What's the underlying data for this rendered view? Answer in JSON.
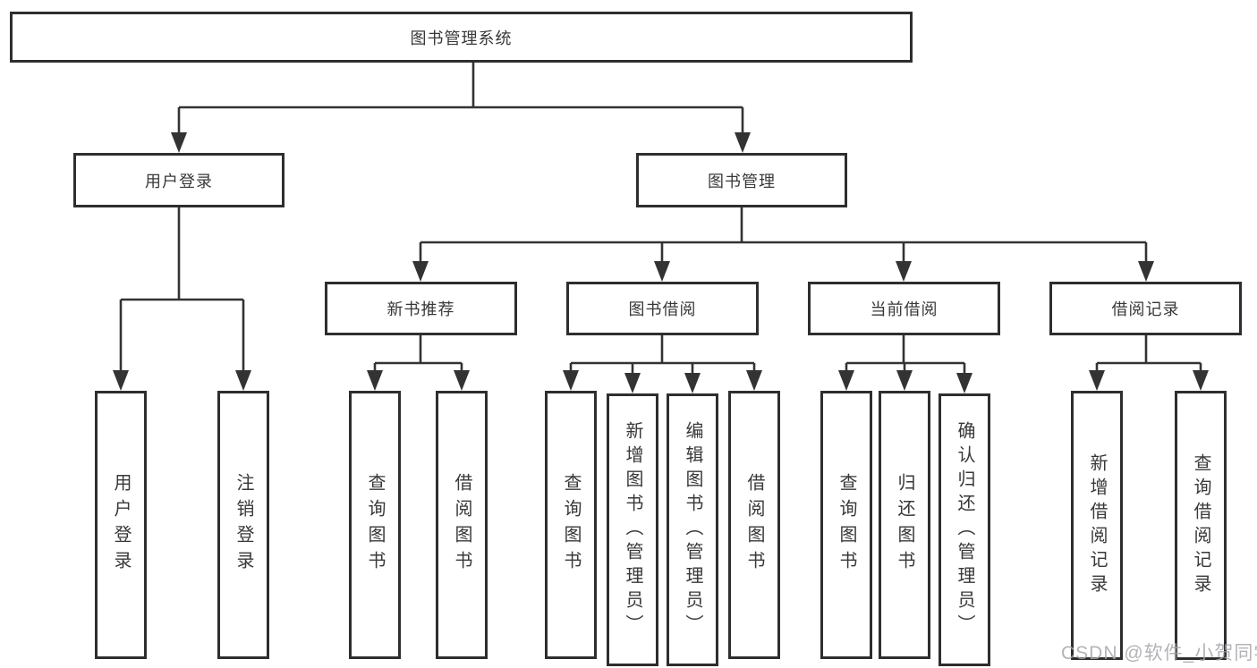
{
  "tree": {
    "label": "图书管理系统",
    "children": [
      {
        "label": "用户登录",
        "children": [
          {
            "label": "用户登录"
          },
          {
            "label": "注销登录"
          }
        ]
      },
      {
        "label": "图书管理",
        "children": [
          {
            "label": "新书推荐",
            "children": [
              {
                "label": "查询图书"
              },
              {
                "label": "借阅图书"
              }
            ]
          },
          {
            "label": "图书借阅",
            "children": [
              {
                "label": "查询图书"
              },
              {
                "label": "新增图书（管理员）"
              },
              {
                "label": "编辑图书（管理员）"
              },
              {
                "label": "借阅图书"
              }
            ]
          },
          {
            "label": "当前借阅",
            "children": [
              {
                "label": "查询图书"
              },
              {
                "label": "归还图书"
              },
              {
                "label": "确认归还（管理员）"
              }
            ]
          },
          {
            "label": "借阅记录",
            "children": [
              {
                "label": "新增借阅记录"
              },
              {
                "label": "查询借阅记录"
              }
            ]
          }
        ]
      }
    ]
  },
  "watermark": {
    "text": "CSDN @软件_小贺同学"
  },
  "colors": {
    "line": "#333333",
    "box_border": "#2e2e2e",
    "text": "#383838",
    "watermark": "#a6a6ac",
    "background": "#ffffff"
  }
}
